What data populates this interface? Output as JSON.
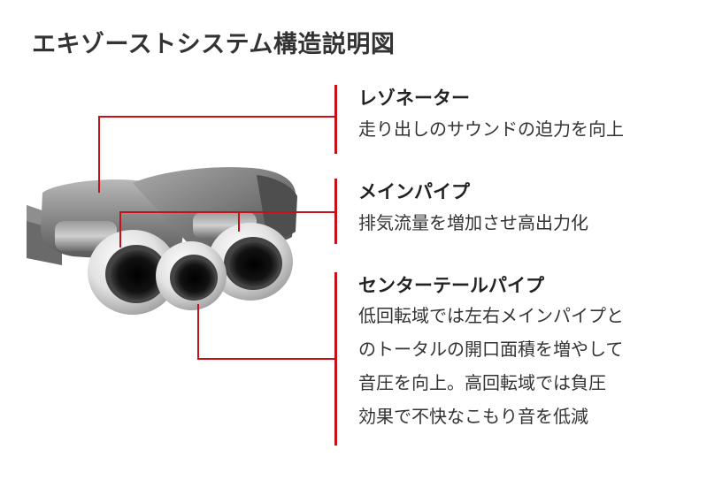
{
  "title": "エキゾーストシステム構造説明図",
  "colors": {
    "accent": "#c4121a",
    "text": "#222222",
    "pipe_metal": "#d7d7d7",
    "body_metal": "#8a8a8a"
  },
  "callouts": {
    "resonator": {
      "heading": "レゾネーター",
      "lines": [
        "走り出しのサウンドの迫力を向上"
      ]
    },
    "main_pipe": {
      "heading": "メインパイプ",
      "lines": [
        "排気流量を増加させ高出力化"
      ]
    },
    "center_tail_pipe": {
      "heading": "センターテールパイプ",
      "lines": [
        "低回転域では左右メインパイプと",
        "のトータルの開口面積を増やして",
        "音圧を向上。高回転域では負圧",
        "効果で不快なこもり音を低減"
      ]
    }
  }
}
